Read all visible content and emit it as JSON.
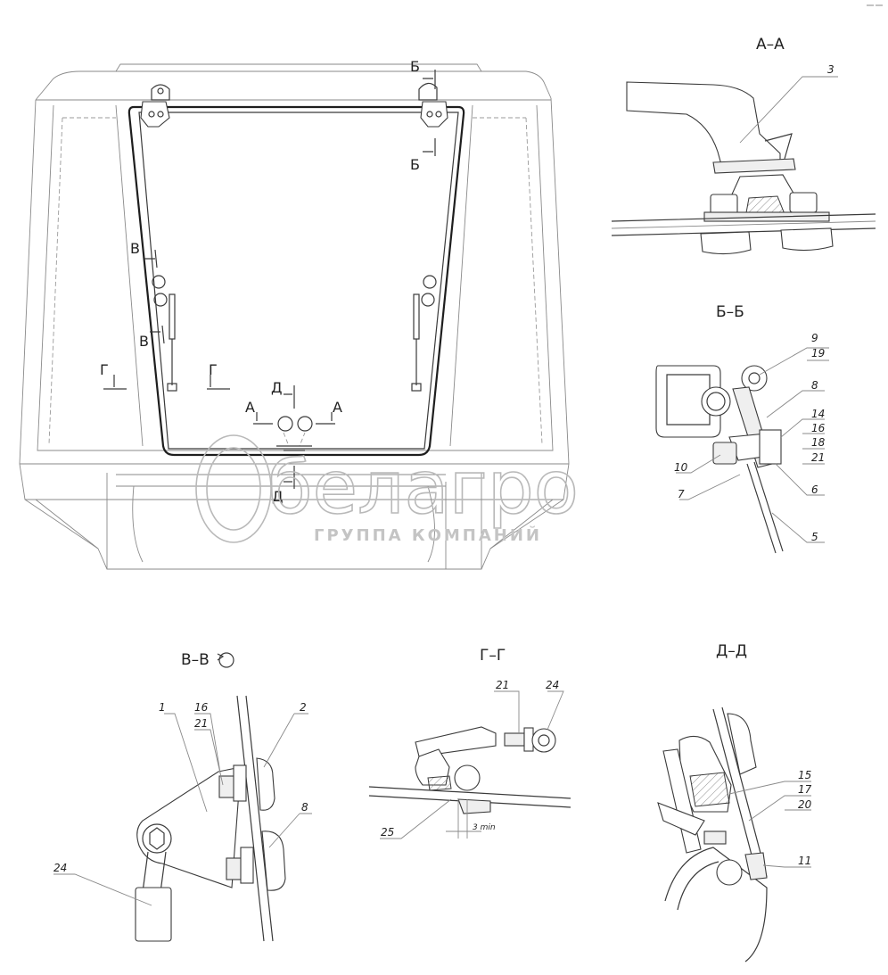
{
  "watermark": {
    "brand": "белагро",
    "subtitle": "ГРУППА КОМПАНИЙ"
  },
  "sections": {
    "aa": "А–А",
    "bb": "Б–Б",
    "vv": "В–В",
    "gg": "Г–Г",
    "dd": "Д–Д"
  },
  "section_marks": {
    "a": "А",
    "b": "Б",
    "v": "В",
    "g": "Г",
    "d": "Д"
  },
  "callouts": {
    "aa": [
      "3"
    ],
    "bb": [
      "9",
      "19",
      "8",
      "14",
      "16",
      "18",
      "21",
      "10",
      "7",
      "6",
      "5"
    ],
    "vv": [
      "1",
      "16",
      "21",
      "2",
      "8",
      "24"
    ],
    "gg": [
      "21",
      "24",
      "25"
    ],
    "dd": [
      "15",
      "17",
      "20",
      "11"
    ]
  },
  "dimension": {
    "gap": "3 min"
  },
  "colors": {
    "line": "#3a3a3a",
    "watermark": "#b9b9b9"
  }
}
